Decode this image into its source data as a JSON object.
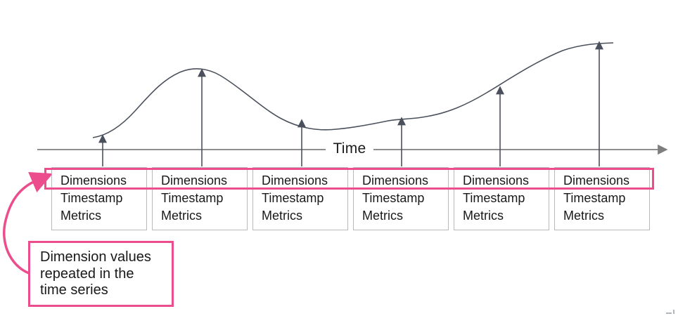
{
  "axis": {
    "label": "Time"
  },
  "records": [
    {
      "dimensions": "Dimensions",
      "timestamp": "Timestamp",
      "metrics": "Metrics"
    },
    {
      "dimensions": "Dimensions",
      "timestamp": "Timestamp",
      "metrics": "Metrics"
    },
    {
      "dimensions": "Dimensions",
      "timestamp": "Timestamp",
      "metrics": "Metrics"
    },
    {
      "dimensions": "Dimensions",
      "timestamp": "Timestamp",
      "metrics": "Metrics"
    },
    {
      "dimensions": "Dimensions",
      "timestamp": "Timestamp",
      "metrics": "Metrics"
    },
    {
      "dimensions": "Dimensions",
      "timestamp": "Timestamp",
      "metrics": "Metrics"
    }
  ],
  "callout": {
    "lines": [
      "Dimension values",
      "repeated in the",
      "time series"
    ]
  },
  "colors": {
    "highlight": "#EC4D8C",
    "curve": "#4A505C",
    "axis": "#7E7E7E",
    "box_border": "#B9B9B9",
    "text": "#191919"
  }
}
